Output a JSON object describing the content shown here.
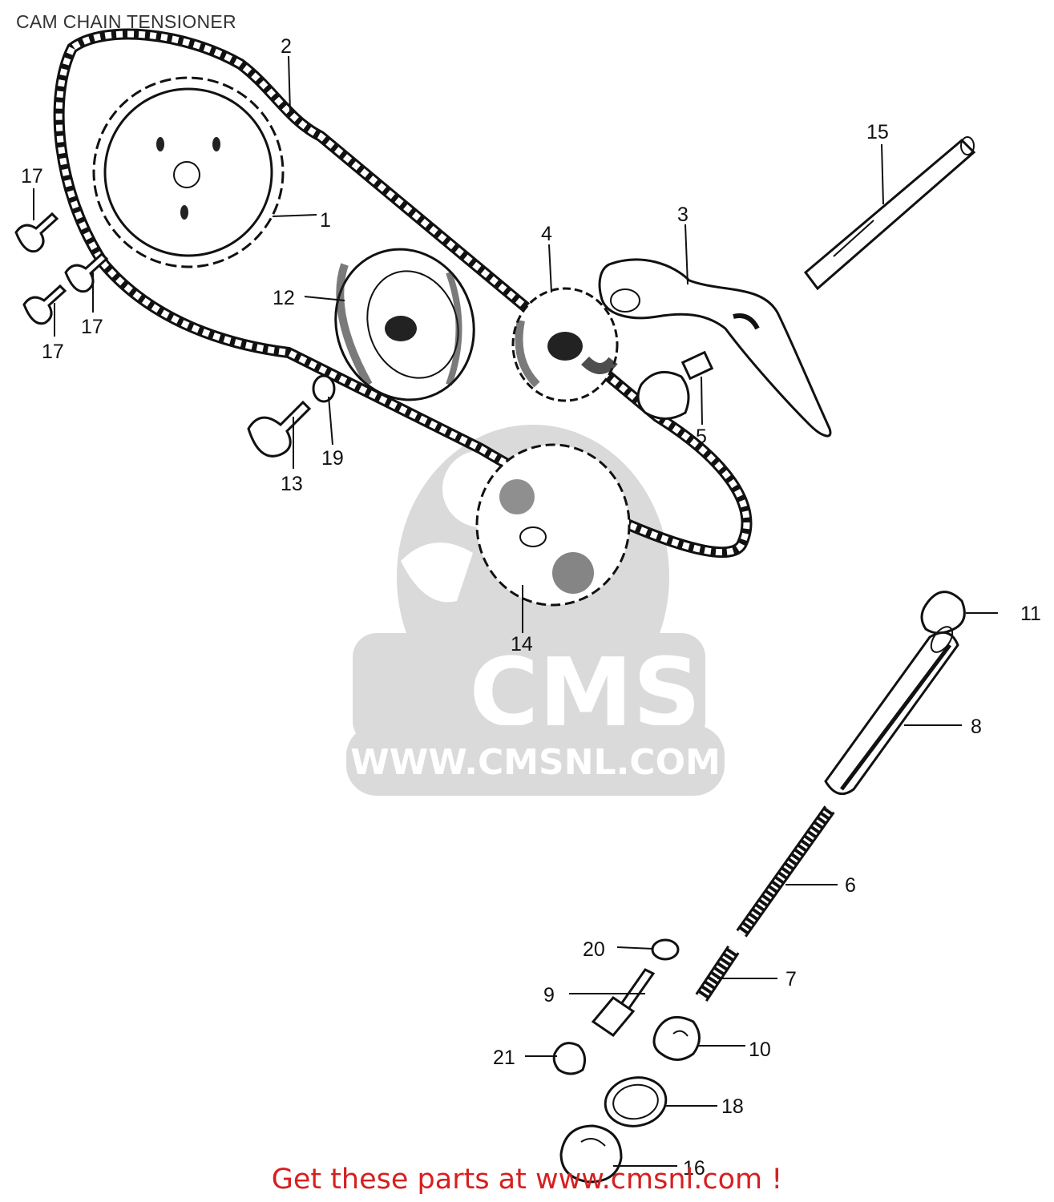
{
  "title": "CAM CHAIN TENSIONER",
  "promo_text": "Get these parts at www.cmsnl.com !",
  "watermark": {
    "brand": "CMS",
    "url": "WWW.CMSNL.COM"
  },
  "callouts": {
    "p1": "1",
    "p2": "2",
    "p3": "3",
    "p4": "4",
    "p5": "5",
    "p6": "6",
    "p7": "7",
    "p8": "8",
    "p9": "9",
    "p10": "10",
    "p11": "11",
    "p12": "12",
    "p13": "13",
    "p14": "14",
    "p15": "15",
    "p16": "16",
    "p17a": "17",
    "p17b": "17",
    "p17c": "17",
    "p18": "18",
    "p19": "19",
    "p20": "20",
    "p21": "21"
  },
  "colors": {
    "promo": "#d62020",
    "title": "#333333",
    "watermark": "#d6d6d6",
    "line": "#111111"
  }
}
